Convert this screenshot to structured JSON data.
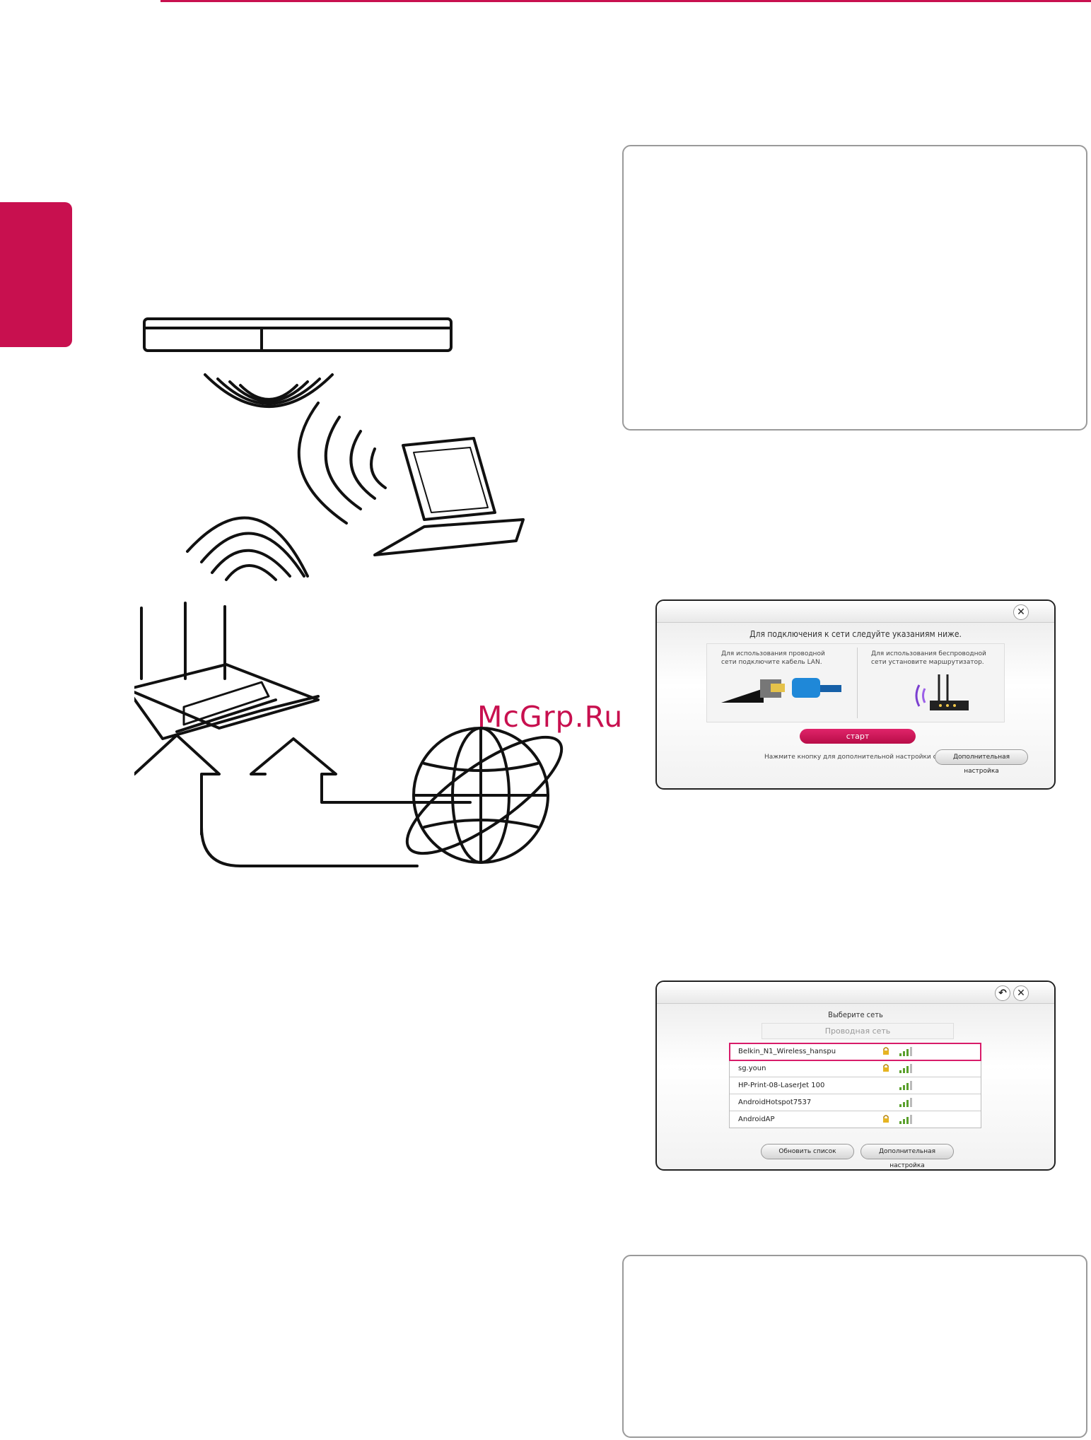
{
  "watermark": "McGrp.Ru",
  "wizard": {
    "title": "Для подключения к сети следуйте указаниям ниже.",
    "wired_text": "Для использования проводной сети подключите кабель LAN.",
    "wireless_text": "Для использования беспроводной сети установите маршрутизатор.",
    "start_label": "старт",
    "hint_text": "Нажмите кнопку для дополнительной настройки сети.",
    "advanced_label": "Дополнительная настройка",
    "close_icon": "close-icon"
  },
  "network_select": {
    "title": "Выберите сеть",
    "wired_option": "Проводная сеть",
    "networks": [
      {
        "name": "Belkin_N1_Wireless_hanspu",
        "locked": true,
        "selected": true
      },
      {
        "name": "sg.youn",
        "locked": true,
        "selected": false
      },
      {
        "name": "HP-Print-08-LaserJet 100",
        "locked": false,
        "selected": false
      },
      {
        "name": "AndroidHotspot7537",
        "locked": false,
        "selected": false
      },
      {
        "name": "AndroidAP",
        "locked": true,
        "selected": false
      }
    ],
    "refresh_label": "Обновить список",
    "advanced_label": "Дополнительная настройка",
    "back_icon": "back-icon",
    "close_icon": "close-icon"
  },
  "colors": {
    "accent": "#c8104f",
    "box_border": "#9a9a9a"
  }
}
